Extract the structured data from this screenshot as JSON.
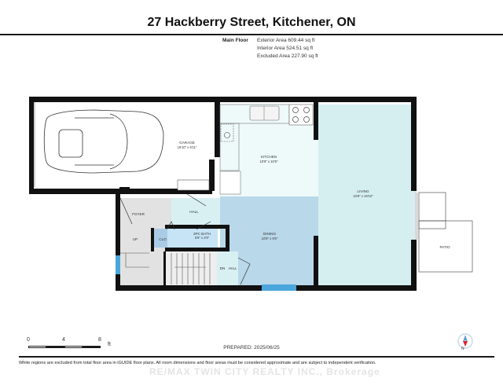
{
  "header": {
    "title": "27 Hackberry Street, Kitchener, ON",
    "floor": "Main Floor",
    "areas": [
      "Exterior Area 609.44 sq ft",
      "Interior Area 524.51 sq ft",
      "Excluded Area 227.90 sq ft"
    ]
  },
  "rooms": {
    "garage": {
      "name": "GARAGE",
      "dims": "19'10\" x 9'11\""
    },
    "kitchen": {
      "name": "KITCHEN",
      "dims": "10'8\" x 10'6\""
    },
    "living": {
      "name": "LIVING",
      "dims": "10'8\" x 19'10\""
    },
    "dining": {
      "name": "DINING",
      "dims": "10'8\" x 9'5\""
    },
    "foyer": {
      "name": "FOYER"
    },
    "hall": {
      "name": "HALL"
    },
    "hall2": {
      "name": "HALL"
    },
    "bath": {
      "name": "2PC BATH",
      "dims": "6'9\" x 2'5\""
    },
    "closet": {
      "name": "CLO"
    },
    "stairs_up": {
      "name": "UP"
    },
    "stairs_down": {
      "name": "DN"
    },
    "patio": {
      "name": "PATIO"
    }
  },
  "scale": {
    "ticks": [
      "0",
      "4",
      "8"
    ],
    "unit": "ft"
  },
  "footer": {
    "prepared": "PREPARED: 2025/06/25",
    "disclaimer": "White regions are excluded from total floor area in iGUIDE floor plans. All room dimensions and floor areas must be considered approximate and are subject to independent verification.",
    "watermark": "RE/MAX TWIN CITY REALTY INC., Brokerage"
  },
  "compass": {
    "label": "N"
  },
  "colors": {
    "wall": "#111111",
    "kitchen": "#eef9f9",
    "living": "#d5eff0",
    "dining": "#b9d8ea",
    "hall": "#d8f0f2",
    "bath": "#c6e4f5",
    "closet": "#a9cbe6",
    "foyer": "#e2e2e2",
    "window": "#4aa6dc",
    "compass_red": "#e0202a"
  }
}
